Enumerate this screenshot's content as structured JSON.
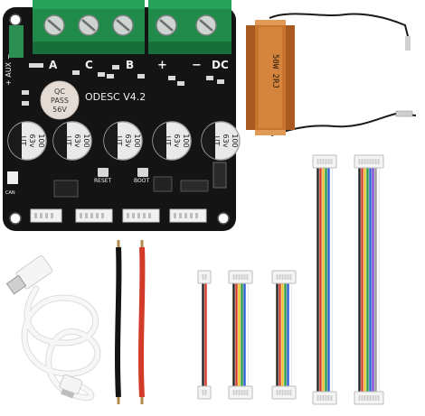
{
  "board": {
    "model": "ODESC V4.2",
    "phase_labels": [
      "A",
      "C",
      "B"
    ],
    "power_plus": "+",
    "power_minus": "−",
    "dc_label": "DC",
    "aux_label": "+ AUX −",
    "qc_badge": {
      "line1": "QC",
      "line2": "PASS",
      "line3": "56V"
    },
    "capacitor": {
      "line1": "100",
      "line2": "63v",
      "line3": "UT"
    },
    "capacitor_count": 5,
    "reset_label": "RESET",
    "boot_label": "BOOT",
    "can_label": "CAN",
    "colors": {
      "pcb": "#141414",
      "terminal": "#1f8a4a",
      "silk": "#f2f2f2"
    }
  },
  "resistor": {
    "marking": "50W 2RJ",
    "colors": {
      "body": "#c8732e",
      "lead": "#1a1a1a"
    }
  },
  "accessories": {
    "usb_cable": {
      "color": "#f4f4f4",
      "connector": "usb-a-to-micro-usb"
    },
    "power_wires": [
      {
        "color": "#141414"
      },
      {
        "color": "#d43a2a"
      }
    ],
    "jst_harnesses": [
      {
        "pins": 2,
        "colors": [
          "#222222",
          "#d23a2a"
        ]
      },
      {
        "pins": 6,
        "colors": [
          "#222222",
          "#d23a2a",
          "#e7c12d",
          "#2b9a44",
          "#2c5fcf",
          "#ffffff"
        ]
      },
      {
        "pins": 6,
        "colors": [
          "#222222",
          "#d23a2a",
          "#e7c12d",
          "#2b9a44",
          "#2c5fcf",
          "#ffffff"
        ]
      },
      {
        "pins": 6,
        "colors": [
          "#222222",
          "#d23a2a",
          "#e7c12d",
          "#2b9a44",
          "#2c5fcf",
          "#ffffff"
        ]
      },
      {
        "pins": 8,
        "colors": [
          "#222222",
          "#d23a2a",
          "#e7c12d",
          "#2b9a44",
          "#2c5fcf",
          "#7a4bd1",
          "#9a9a9a",
          "#ffffff"
        ]
      }
    ]
  }
}
